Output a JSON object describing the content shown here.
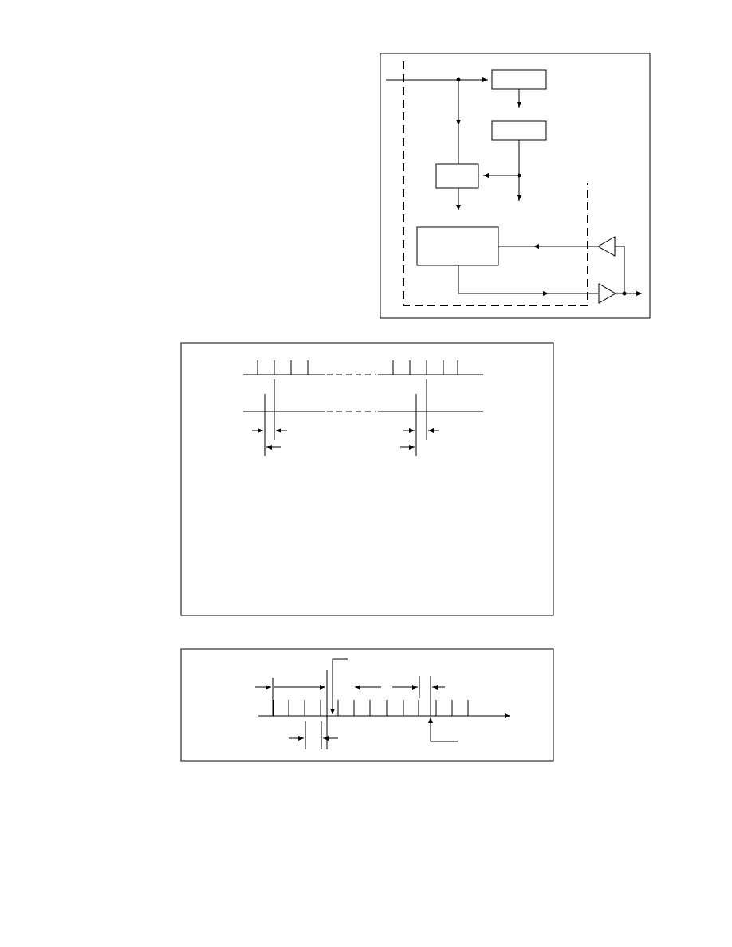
{
  "figures": [
    {
      "id": "block-diagram",
      "labels": []
    },
    {
      "id": "timing-diagram-1",
      "labels": []
    },
    {
      "id": "timing-diagram-2",
      "labels": []
    }
  ]
}
